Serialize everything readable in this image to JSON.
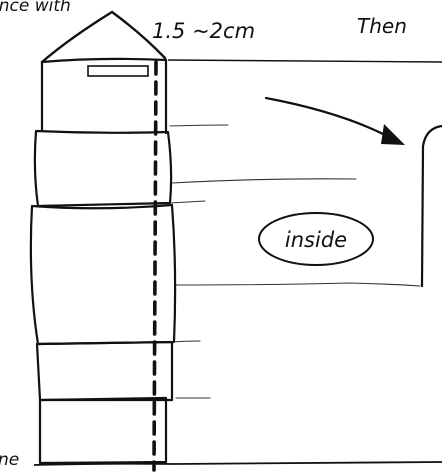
{
  "notes": {
    "top_left_fragment": "ince with",
    "measurement": "1.5 ~2cm",
    "then": "Then",
    "inside": "inside",
    "bottom_left_fragment": "ne"
  },
  "colors": {
    "ink": "#111111",
    "paper": "#ffffff"
  }
}
